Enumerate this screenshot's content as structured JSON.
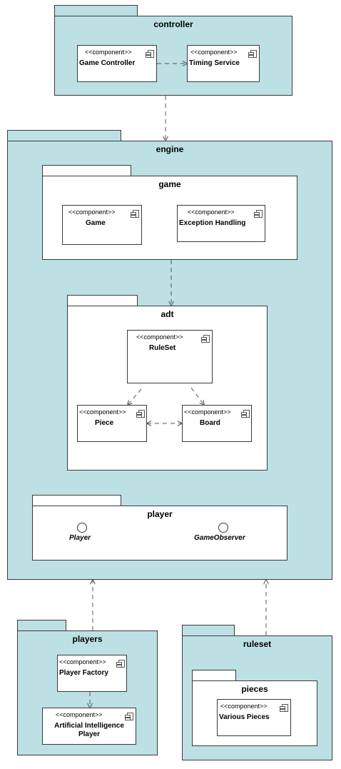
{
  "packages": {
    "controller": "controller",
    "engine": "engine",
    "game": "game",
    "adt": "adt",
    "player": "player",
    "players": "players",
    "ruleset": "ruleset",
    "pieces": "pieces"
  },
  "stereotype": "<<component>>",
  "components": {
    "game_controller": "Game Controller",
    "timing_service": "Timing Service",
    "game": "Game",
    "exception_handling": "Exception Handling",
    "ruleset": "RuleSet",
    "piece": "Piece",
    "board": "Board",
    "player_factory": "Player Factory",
    "ai_player": "Artificial Intelligence Player",
    "various_pieces": "Various Pieces"
  },
  "interfaces": {
    "player": "Player",
    "game_observer": "GameObserver"
  },
  "colors": {
    "package_fill": "#bde0e4",
    "line": "#3a3a3a",
    "dependency": "#555555"
  }
}
